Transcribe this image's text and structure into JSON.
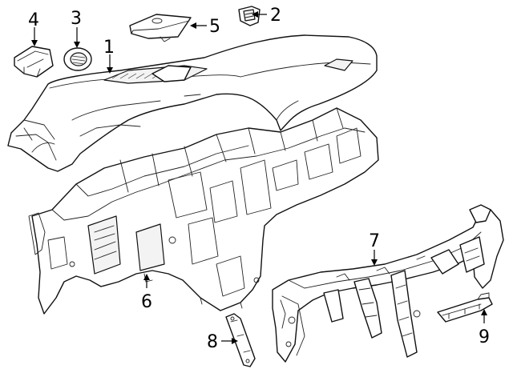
{
  "diagram": {
    "type": "exploded-parts-diagram",
    "callouts": [
      {
        "id": "1",
        "label": "1",
        "part": "instrument-panel-upper-pad"
      },
      {
        "id": "2",
        "label": "2",
        "part": "defroster-grille"
      },
      {
        "id": "3",
        "label": "3",
        "part": "side-air-vent-right"
      },
      {
        "id": "4",
        "label": "4",
        "part": "end-cap"
      },
      {
        "id": "5",
        "label": "5",
        "part": "center-cover-panel"
      },
      {
        "id": "6",
        "label": "6",
        "part": "instrument-panel-carrier"
      },
      {
        "id": "7",
        "label": "7",
        "part": "cross-car-beam"
      },
      {
        "id": "8",
        "label": "8",
        "part": "support-bracket"
      },
      {
        "id": "9",
        "label": "9",
        "part": "mounting-bracket"
      }
    ],
    "colors": {
      "line": "#111111",
      "background": "#ffffff",
      "fill": "#ffffff"
    }
  }
}
